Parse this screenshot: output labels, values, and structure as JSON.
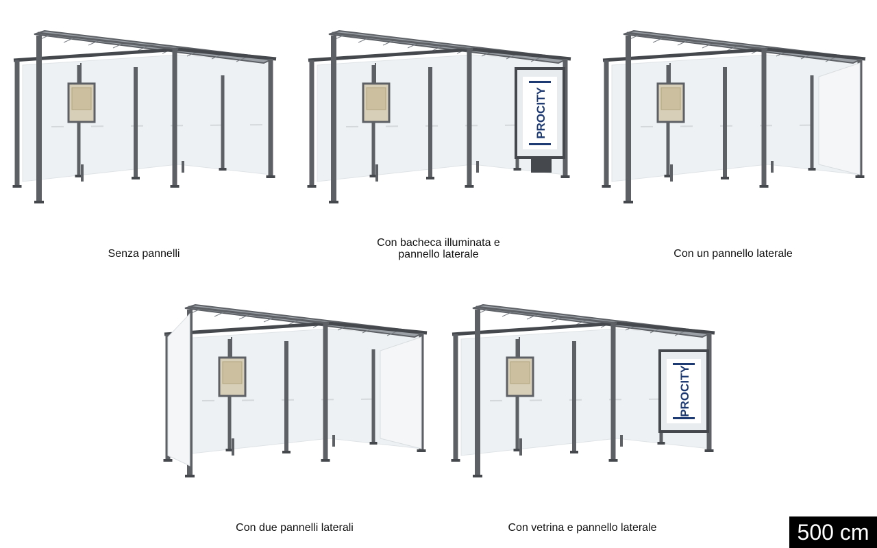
{
  "variants": [
    {
      "id": "v1",
      "label": "Senza pannelli",
      "side_panel": "none"
    },
    {
      "id": "v2",
      "label": "Con bacheca illuminata e\npannello laterale",
      "side_panel": "illuminated",
      "brand": "PROCITY"
    },
    {
      "id": "v3",
      "label": "Con un pannello laterale",
      "side_panel": "glass"
    },
    {
      "id": "v4",
      "label": "Con due pannelli laterali",
      "side_panel": "two-glass"
    },
    {
      "id": "v5",
      "label": "Con vetrina e pannello laterale",
      "side_panel": "showcase",
      "brand": "PROCITY"
    }
  ],
  "size_badge": "500 cm",
  "colors": {
    "frame": "#5d6166",
    "frame_dark": "#45494d",
    "glass": "#eef1f3",
    "roof": "#9aa0a6",
    "brand": "#1d3a73",
    "map": "#d8cfb8"
  }
}
